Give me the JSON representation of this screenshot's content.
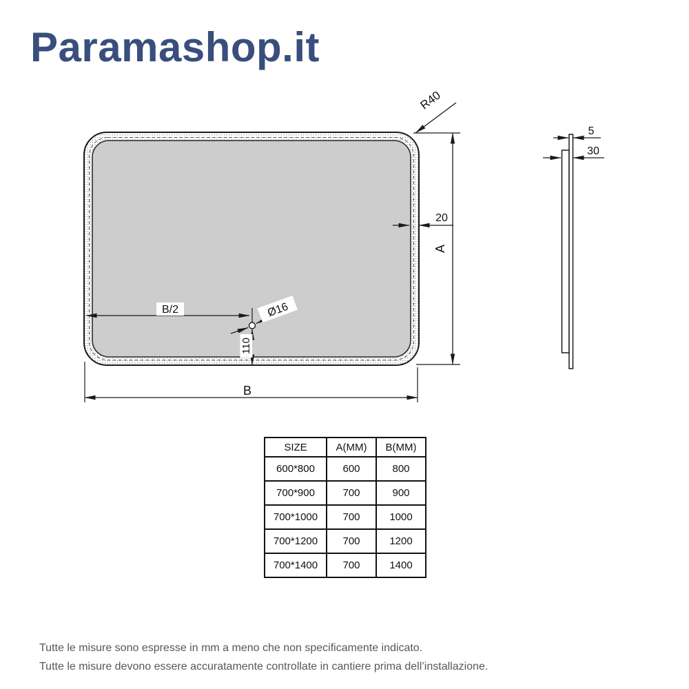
{
  "brand": {
    "name": "Paramashop.it",
    "color": "#394e7d"
  },
  "drawing": {
    "front": {
      "radius_label": "R40",
      "frame_label": "20",
      "height_label": "A",
      "half_width_label": "B/2",
      "hole_label": "Ø16",
      "offset_label": "110",
      "width_label": "B"
    },
    "side": {
      "glass_label": "5",
      "depth_label": "30"
    },
    "colors": {
      "mirror_fill": "#cdcdcd",
      "line": "#1a1a1a"
    }
  },
  "table": {
    "headers": [
      "SIZE",
      "A(MM)",
      "B(MM)"
    ],
    "rows": [
      {
        "size": "600*800",
        "a": "600",
        "b": "800"
      },
      {
        "size": "700*900",
        "a": "700",
        "b": "900"
      },
      {
        "size": "700*1000",
        "a": "700",
        "b": "1000"
      },
      {
        "size": "700*1200",
        "a": "700",
        "b": "1200"
      },
      {
        "size": "700*1400",
        "a": "700",
        "b": "1400"
      }
    ]
  },
  "footer": {
    "line1": "Tutte le misure sono espresse in mm a meno che non specificamente indicato.",
    "line2": "Tutte le misure devono essere accuratamente controllate in cantiere prima dell’installazione."
  }
}
